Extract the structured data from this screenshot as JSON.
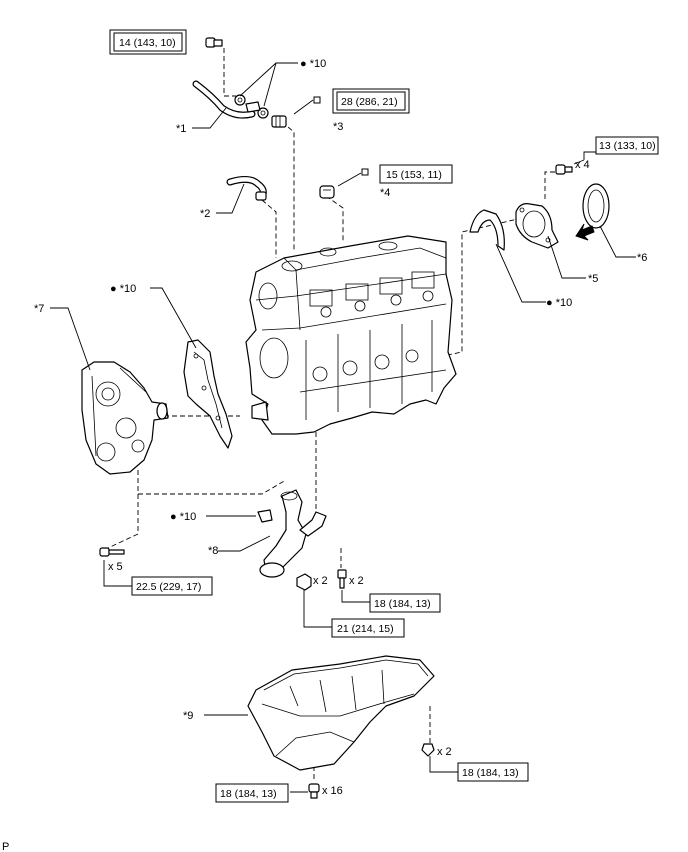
{
  "labels": {
    "part1": "*1",
    "part2": "*2",
    "part3": "*3",
    "part4": "*4",
    "part5": "*5",
    "part6": "*6",
    "part7": "*7",
    "part8": "*8",
    "part9": "*9",
    "part10_top": "● *10",
    "part10_left": "● *10",
    "part10_right": "● *10",
    "part10_strainer": "● *10",
    "corner": "P"
  },
  "torques": {
    "t1": "14 (143, 10)",
    "t2": "28 (286, 21)",
    "t3": "15 (153, 11)",
    "t4": "13 (133, 10)",
    "t5": "22.5 (229, 17)",
    "t6": "18 (184, 13)",
    "t7": "21 (214, 15)",
    "t8": "18 (184, 13)",
    "t9": "18 (184, 13)"
  },
  "quantities": {
    "q_rear": "x 4",
    "q_front": "x 5",
    "q_nut": "x 2",
    "q_bolt": "x 2",
    "q_pan_side": "x 2",
    "q_pan": "x 16"
  },
  "icons": {
    "new_part_mark": "filled-dot",
    "adhesive_mark": "square-outline",
    "apply_arrow": "bold-arrow"
  }
}
